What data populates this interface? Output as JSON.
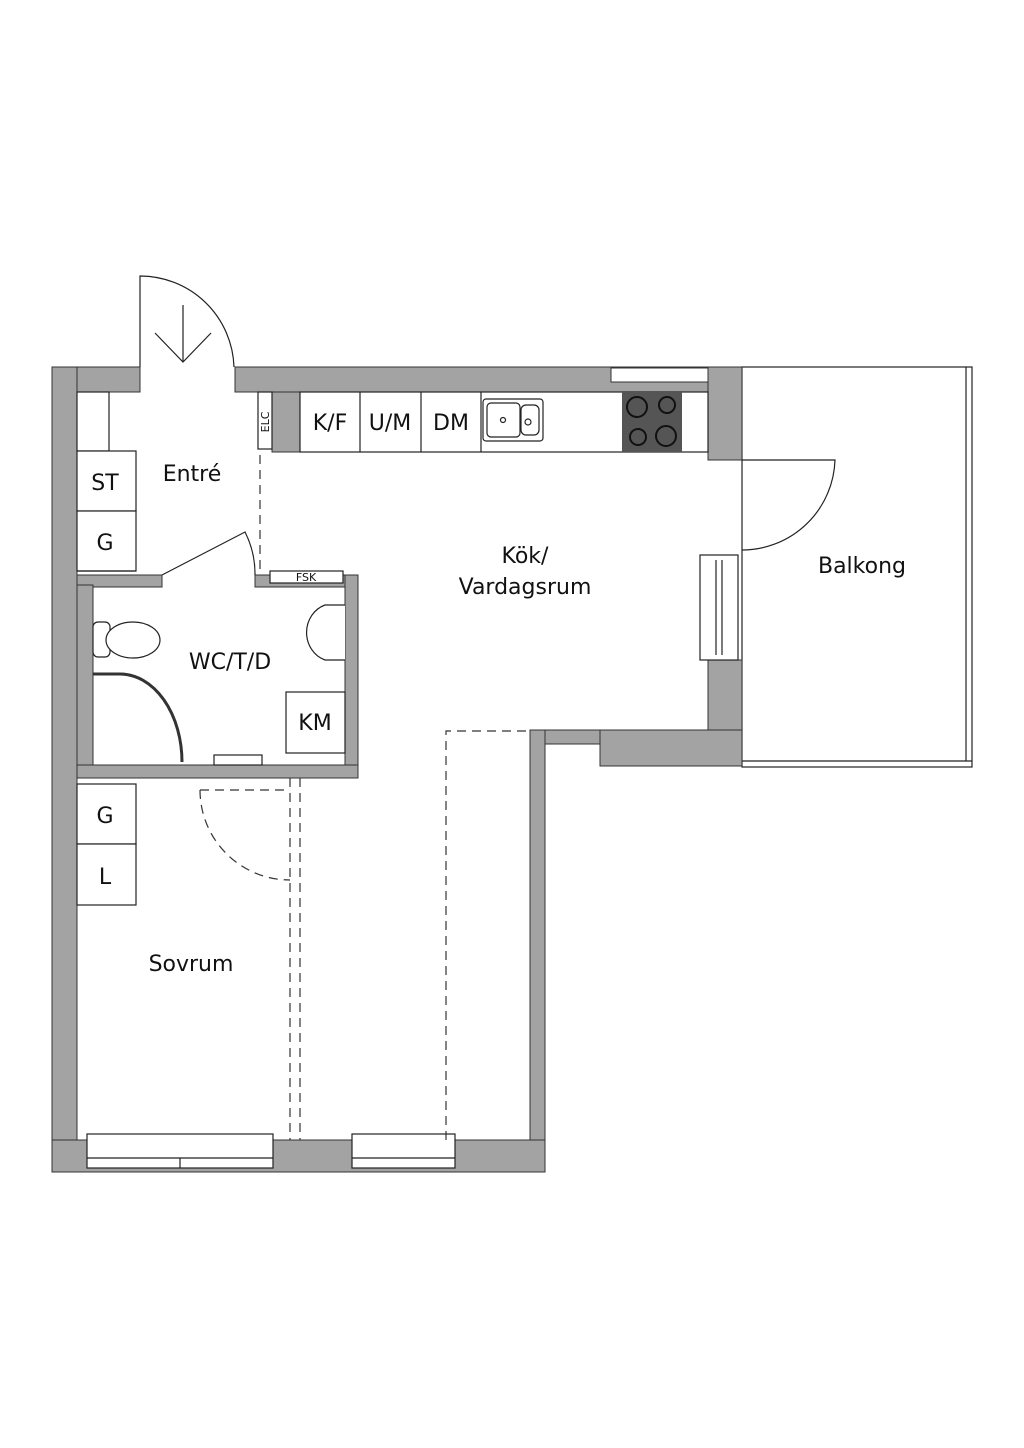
{
  "rooms": {
    "entre": "Entré",
    "kok_line1": "Kök/",
    "kok_line2": "Vardagsrum",
    "balkong": "Balkong",
    "wc": "WC/T/D",
    "sovrum": "Sovrum"
  },
  "fixtures": {
    "st": "ST",
    "g_entre": "G",
    "elc": "ELC",
    "kf": "K/F",
    "um": "U/M",
    "dm": "DM",
    "fsk": "FSK",
    "km": "KM",
    "g_sovrum": "G",
    "l": "L"
  },
  "colors": {
    "wall": "#a3a3a3",
    "stove": "#555555"
  }
}
